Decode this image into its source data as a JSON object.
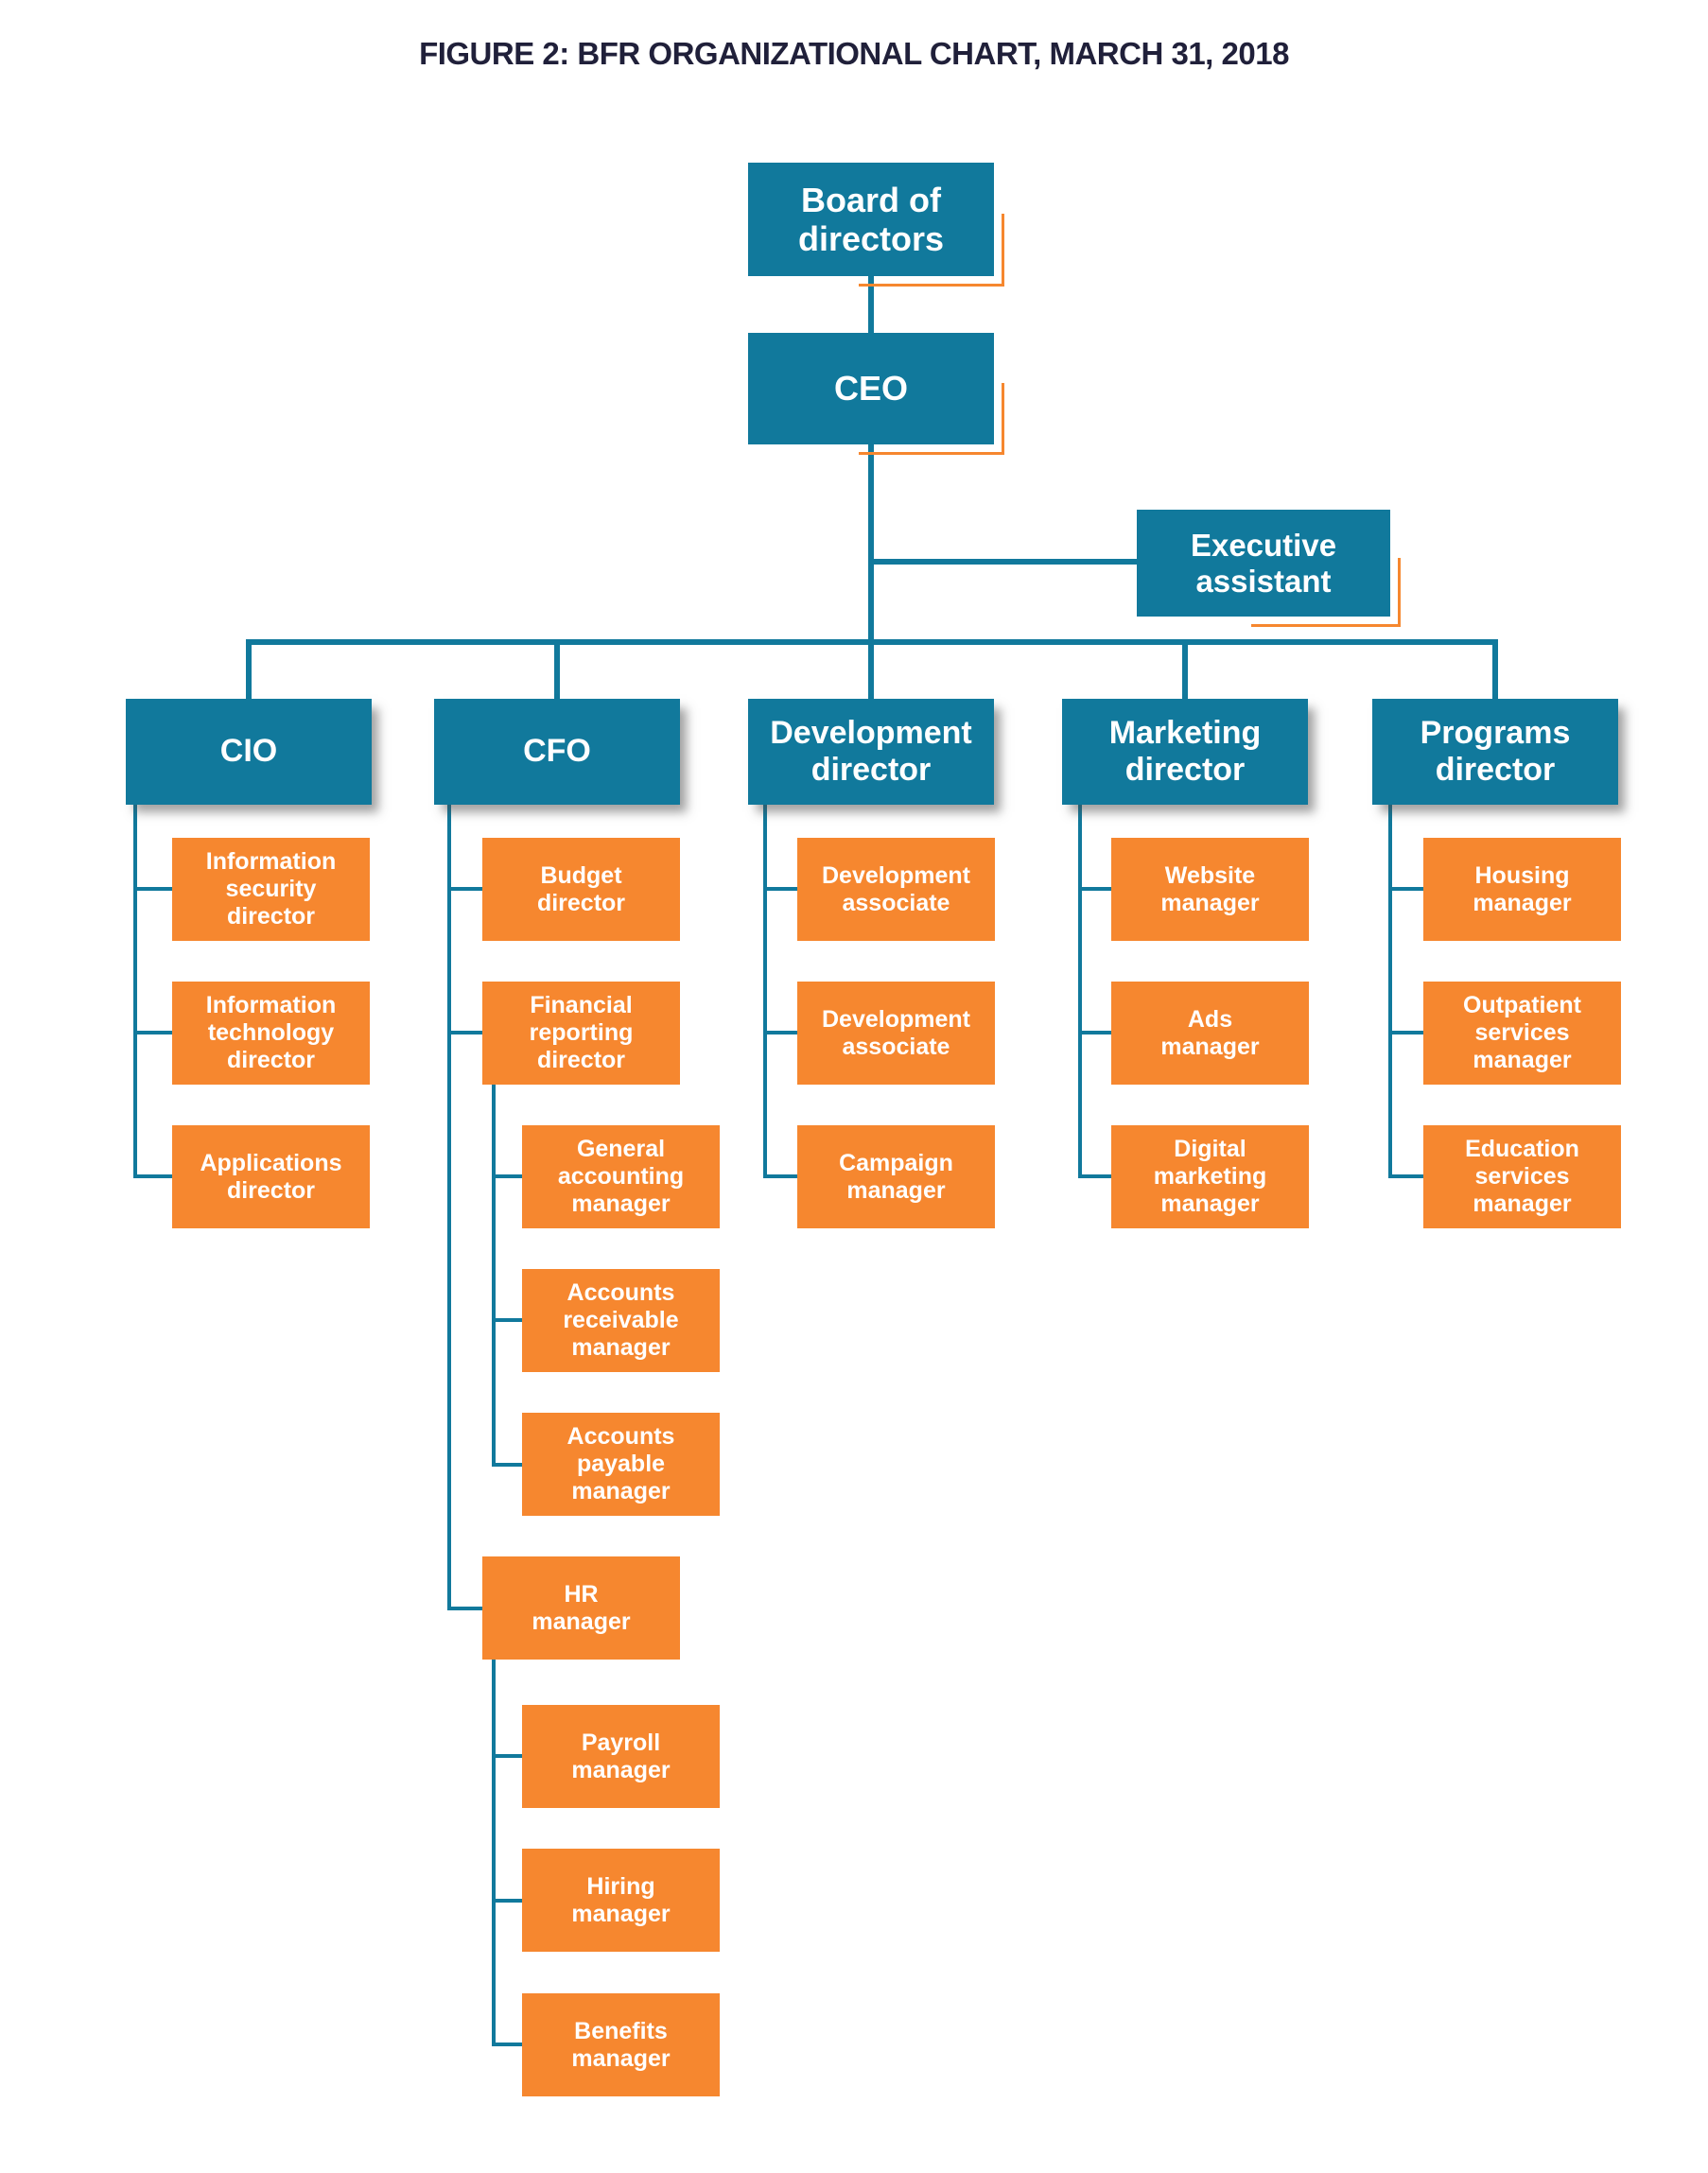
{
  "title": "FIGURE 2: BFR ORGANIZATIONAL CHART, MARCH 31, 2018",
  "colors": {
    "teal": "#11799c",
    "orange": "#f6872f",
    "title_text": "#20203a",
    "box_text": "#ffffff"
  },
  "org": {
    "board": {
      "label": "Board of\ndirectors"
    },
    "ceo": {
      "label": "CEO"
    },
    "executive_assistant": {
      "label": "Executive\nassistant"
    },
    "cio": {
      "label": "CIO",
      "children": [
        {
          "label": "Information\nsecurity\ndirector"
        },
        {
          "label": "Information\ntechnology\ndirector"
        },
        {
          "label": "Applications\ndirector"
        }
      ]
    },
    "cfo": {
      "label": "CFO",
      "children": [
        {
          "label": "Budget\ndirector"
        },
        {
          "label": "Financial\nreporting\ndirector",
          "children": [
            {
              "label": "General\naccounting\nmanager"
            },
            {
              "label": "Accounts\nreceivable\nmanager"
            },
            {
              "label": "Accounts\npayable\nmanager"
            }
          ]
        },
        {
          "label": "HR\nmanager",
          "children": [
            {
              "label": "Payroll\nmanager"
            },
            {
              "label": "Hiring\nmanager"
            },
            {
              "label": "Benefits\nmanager"
            }
          ]
        }
      ]
    },
    "development_director": {
      "label": "Development\ndirector",
      "children": [
        {
          "label": "Development\nassociate"
        },
        {
          "label": "Development\nassociate"
        },
        {
          "label": "Campaign\nmanager"
        }
      ]
    },
    "marketing_director": {
      "label": "Marketing\ndirector",
      "children": [
        {
          "label": "Website\nmanager"
        },
        {
          "label": "Ads\nmanager"
        },
        {
          "label": "Digital\nmarketing\nmanager"
        }
      ]
    },
    "programs_director": {
      "label": "Programs\ndirector",
      "children": [
        {
          "label": "Housing\nmanager"
        },
        {
          "label": "Outpatient\nservices\nmanager"
        },
        {
          "label": "Education\nservices\nmanager"
        }
      ]
    }
  }
}
